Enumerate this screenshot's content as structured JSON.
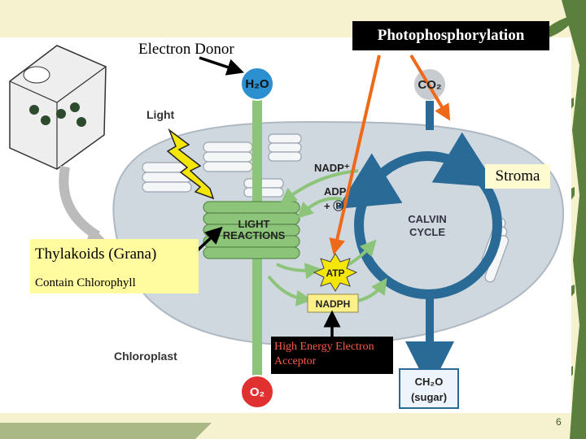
{
  "colors": {
    "page_background": "#f6f1cf",
    "chloroplast_fill": "#cfd8df",
    "light_reactions_green": "#8cc47a",
    "calvin_cycle_blue": "#2a6a96",
    "arrow_orange": "#ee6a1a",
    "acceptor_text": "#ff5a4a",
    "o2_red": "#e03030",
    "grana_box": "#fffb9e"
  },
  "overlay": {
    "electron_donor": "Electron Donor",
    "photophosphorylation": "Photophosphorylation",
    "stroma": "Stroma",
    "thylakoids_title": "Thylakoids (Grana)",
    "thylakoids_sub": "Contain Chlorophyll",
    "acceptor_line1": "High Energy Electron",
    "acceptor_line2": "Acceptor"
  },
  "diagram": {
    "h2o": "H₂O",
    "co2": "CO₂",
    "light": "Light",
    "nadp_plus": "NADP⁺",
    "adp": "ADP",
    "plus_p": "+ Ⓟ",
    "light_reactions_1": "LIGHT",
    "light_reactions_2": "REACTIONS",
    "calvin_1": "CALVIN",
    "calvin_2": "CYCLE",
    "atp": "ATP",
    "nadph": "NADPH",
    "chloroplast": "Chloroplast",
    "o2": "O₂",
    "ch2o": "CH₂O",
    "sugar": "(sugar)"
  },
  "page_number": "6"
}
